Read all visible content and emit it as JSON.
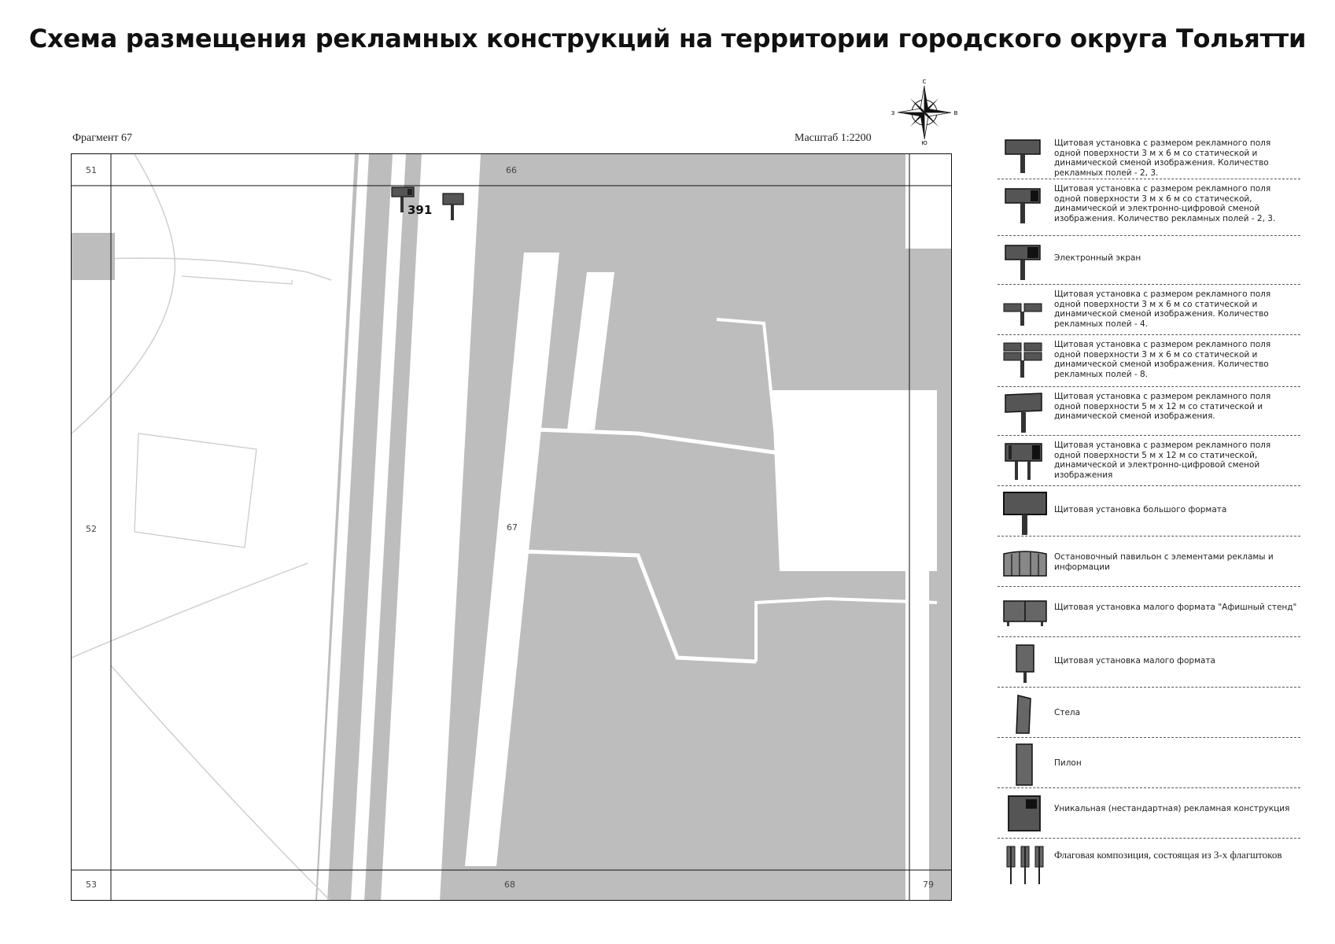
{
  "header": {
    "title": "Схема размещения рекламных конструкций на территории городского округа Тольятти",
    "fragment": "Фрагмент 67",
    "scale": "Масштаб 1:2200"
  },
  "compass": {
    "n": "С",
    "s": "Ю",
    "w": "З",
    "e": "В"
  },
  "map": {
    "grid_numbers": {
      "top_left": "51",
      "top_center": "66",
      "mid_left": "52",
      "center": "67",
      "bottom_left": "53",
      "bottom_center": "68",
      "bottom_right": "79"
    },
    "sign_id": "391",
    "colors": {
      "ground": "#bdbdbd",
      "road": "#ffffff",
      "frame": "#111111"
    }
  },
  "legend": {
    "items": [
      {
        "icon": "billboard-3x6-icon",
        "text": "Щитовая установка с размером рекламного поля одной поверхности 3 м х 6 м со статической и динамической сменой изображения. Количество рекламных полей - 2, 3."
      },
      {
        "icon": "billboard-3x6-digital-icon",
        "text": "Щитовая установка с размером рекламного поля одной поверхности 3 м х 6 м со статической, динамической и электронно-цифровой сменой изображения. Количество рекламных полей - 2, 3."
      },
      {
        "icon": "electronic-screen-icon",
        "text": "Электронный экран"
      },
      {
        "icon": "billboard-4-fields-icon",
        "text": "Щитовая установка с размером рекламного поля одной поверхности 3 м х 6 м со статической и динамической сменой изображения. Количество рекламных полей - 4."
      },
      {
        "icon": "billboard-8-fields-icon",
        "text": "Щитовая установка с размером рекламного поля одной поверхности 3 м х 6 м со статической и динамической сменой изображения. Количество рекламных полей - 8."
      },
      {
        "icon": "billboard-5x12-icon",
        "text": "Щитовая установка с размером рекламного поля одной поверхности 5 м х 12 м со статической и динамической сменой изображения."
      },
      {
        "icon": "billboard-5x12-digital-icon",
        "text": "Щитовая установка с размером рекламного поля одной поверхности 5 м х 12 м со статической, динамической и электронно-цифровой сменой изображения"
      },
      {
        "icon": "large-format-icon",
        "text": "Щитовая установка большого формата"
      },
      {
        "icon": "bus-stop-pavilion-icon",
        "text": "Остановочный павильон с элементами рекламы и информации"
      },
      {
        "icon": "poster-stand-icon",
        "text": "Щитовая установка малого формата \"Афишный стенд\""
      },
      {
        "icon": "small-format-icon",
        "text": "Щитовая установка малого формата"
      },
      {
        "icon": "stele-icon",
        "text": "Стела"
      },
      {
        "icon": "pylon-icon",
        "text": "Пилон"
      },
      {
        "icon": "unique-construction-icon",
        "text": "Уникальная (нестандартная) рекламная конструкция"
      },
      {
        "icon": "flag-composition-icon",
        "text": "Флаговая композиция, состоящая из 3-х флагштоков"
      }
    ]
  }
}
